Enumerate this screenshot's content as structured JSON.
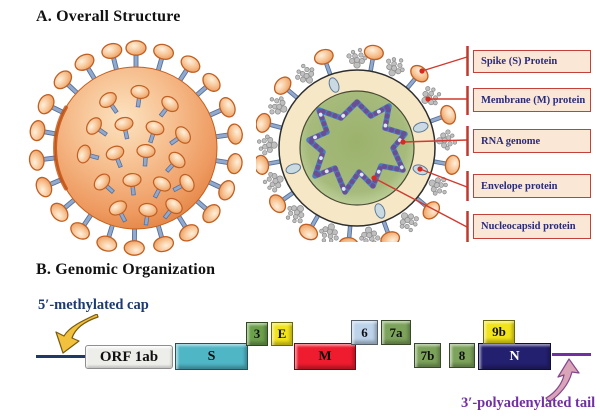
{
  "figure": {
    "section_a_title": "A. Overall Structure",
    "section_b_title": "B. Genomic Organization"
  },
  "callouts": [
    {
      "text": "Spike (S) Protein"
    },
    {
      "text": "Membrane (M) protein"
    },
    {
      "text": "RNA genome"
    },
    {
      "text": "Envelope protein"
    },
    {
      "text": "Nucleocapsid protein"
    }
  ],
  "genome": {
    "cap_label": "5′-methylated cap",
    "tail_label": "3′-polyadenylated tail",
    "genes": [
      {
        "label": "ORF 1ab",
        "color": "#EDEDEA",
        "row": "baseline"
      },
      {
        "label": "S",
        "color": "#4FB6C6",
        "row": "baseline"
      },
      {
        "label": "3",
        "color": "#6CA14C",
        "row": "raised"
      },
      {
        "label": "E",
        "color": "#F2E41A",
        "row": "raised"
      },
      {
        "label": "M",
        "color": "#EE1C2E",
        "row": "baseline"
      },
      {
        "label": "6",
        "color": "#BCD3EA",
        "row": "raised"
      },
      {
        "label": "7a",
        "color": "#7CA35B",
        "row": "raised"
      },
      {
        "label": "7b",
        "color": "#7CA35B",
        "row": "baseline"
      },
      {
        "label": "8",
        "color": "#7CA35B",
        "row": "baseline"
      },
      {
        "label": "9b",
        "color": "#F2E41A",
        "row": "raised"
      },
      {
        "label": "N",
        "color": "#242070",
        "row": "baseline"
      }
    ]
  },
  "colors": {
    "callout_box_bg": "#FAE7D5",
    "callout_box_border": "#C4413A",
    "callout_text": "#2B2B7C",
    "callout_line": "#D03A30",
    "cap_label_color": "#1E3A6E",
    "tail_label_color": "#7030A0",
    "five_prime_line": "#1F3864",
    "three_prime_line": "#7030A0",
    "virus_sphere_orange": "#EE9A60",
    "spike_head_orange": "#F7C596",
    "spike_stem_blue": "#93A9CC",
    "envelope_ring_cream": "#F6E7C6",
    "core_green": "#9FB571",
    "rna_blue": "#4A7BC0",
    "nucleocapsid_purple": "#6B4F94",
    "membrane_protein_gray": "#BFBFBF",
    "cap_arrow_yellow": "#F2C13D",
    "tail_arrow_pink": "#D9A3B8"
  }
}
